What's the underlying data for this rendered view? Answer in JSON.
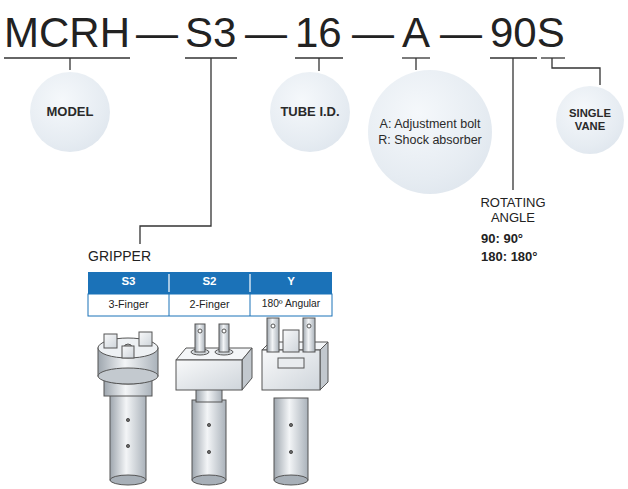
{
  "diagram": {
    "nodes": [
      {
        "text": [
          "MODEL"
        ]
      },
      {
        "text": [
          "TUBE I.D."
        ]
      },
      {
        "text": [
          "A: Adjustment bolt",
          "R: Shock absorber"
        ]
      },
      {
        "text": [
          "SINGLE VANE"
        ]
      }
    ],
    "labels": [
      "MCRH",
      "—",
      "S3",
      "—",
      "16",
      "—",
      "A",
      "—",
      "90S",
      "GRIPPER",
      "S3",
      "S2",
      "Y",
      "3-Finger",
      "2-Finger",
      "180º Angular",
      "ROTATING ANGLE",
      "90: 90°",
      "180: 180°"
    ]
  }
}
